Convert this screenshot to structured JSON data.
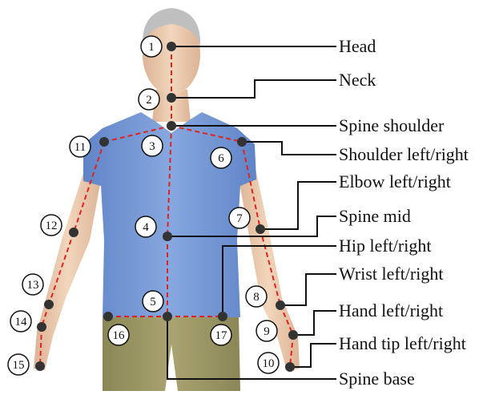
{
  "colors": {
    "skeleton_dashes": "#e0231d",
    "joint": "#333333",
    "shirt": "#5b82c8",
    "skin": "#e8c4a4",
    "pants": "#8f8a52",
    "hair": "#b9b9b9"
  },
  "joints": [
    {
      "id": "1",
      "name": "head"
    },
    {
      "id": "2",
      "name": "neck"
    },
    {
      "id": "3",
      "name": "spine-shoulder"
    },
    {
      "id": "4",
      "name": "spine-mid"
    },
    {
      "id": "5",
      "name": "spine-base"
    },
    {
      "id": "6",
      "name": "shoulder-left"
    },
    {
      "id": "7",
      "name": "elbow-left"
    },
    {
      "id": "8",
      "name": "wrist-left"
    },
    {
      "id": "9",
      "name": "hand-left"
    },
    {
      "id": "10",
      "name": "hand-tip-left"
    },
    {
      "id": "11",
      "name": "shoulder-right"
    },
    {
      "id": "12",
      "name": "elbow-right"
    },
    {
      "id": "13",
      "name": "wrist-right"
    },
    {
      "id": "14",
      "name": "hand-right"
    },
    {
      "id": "15",
      "name": "hand-tip-right"
    },
    {
      "id": "16",
      "name": "hip-right"
    },
    {
      "id": "17",
      "name": "hip-left"
    }
  ],
  "labels": [
    {
      "text": "Head"
    },
    {
      "text": "Neck"
    },
    {
      "text": "Spine shoulder"
    },
    {
      "text": "Shoulder left/right"
    },
    {
      "text": "Elbow left/right"
    },
    {
      "text": "Spine mid"
    },
    {
      "text": "Hip left/right"
    },
    {
      "text": "Wrist left/right"
    },
    {
      "text": "Hand left/right"
    },
    {
      "text": "Hand tip left/right"
    },
    {
      "text": "Spine base"
    }
  ]
}
